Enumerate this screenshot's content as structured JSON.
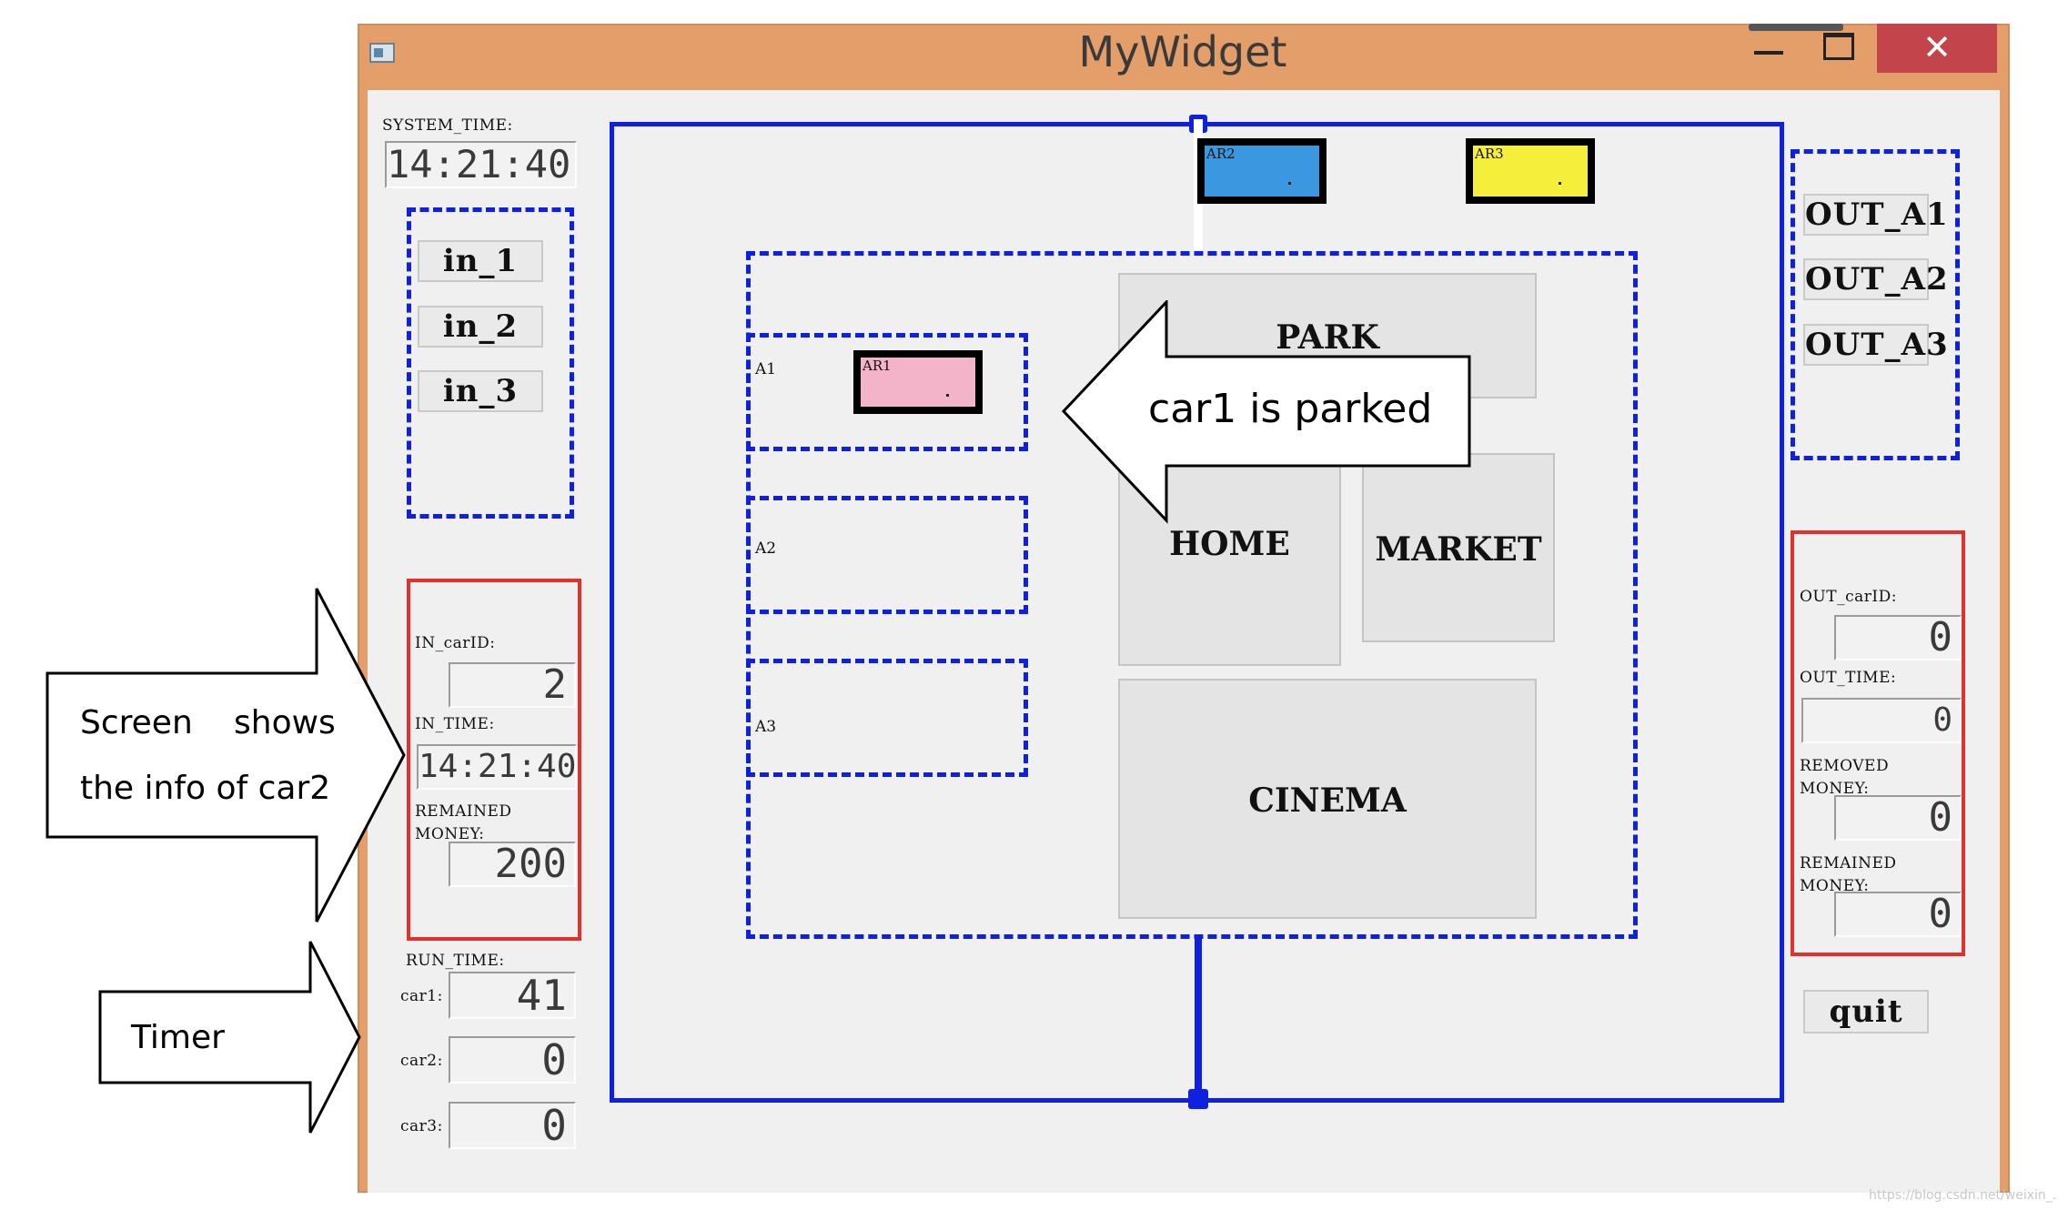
{
  "window": {
    "title": "MyWidget",
    "close_glyph": "✕"
  },
  "left_panel": {
    "system_time_label": "SYSTEM_TIME:",
    "system_time_value": "14:21:40",
    "entry_buttons": [
      "in_1",
      "in_2",
      "in_3"
    ],
    "in_car_id_label": "IN_carID:",
    "in_car_id_value": "2",
    "in_time_label": "IN_TIME:",
    "in_time_value": "14:21:40",
    "remained_money_label": "REMAINED\nMONEY:",
    "remained_money_value": "200",
    "run_time_label": "RUN_TIME:",
    "timers": [
      {
        "label": "car1:",
        "value": "41"
      },
      {
        "label": "car2:",
        "value": "0"
      },
      {
        "label": "car3:",
        "value": "0"
      }
    ]
  },
  "lot": {
    "zones": [
      "A1",
      "A2",
      "A3"
    ],
    "destinations": [
      "PARK",
      "HOME",
      "MARKET",
      "CINEMA"
    ],
    "cars": [
      {
        "id": "AR2",
        "color": "#3a97e0"
      },
      {
        "id": "AR3",
        "color": "#f5ef3b"
      },
      {
        "id": "AR1",
        "color": "#f3b3c8"
      }
    ]
  },
  "right_panel": {
    "exit_buttons": [
      "OUT_A1",
      "OUT_A2",
      "OUT_A3"
    ],
    "out_car_id_label": "OUT_carID:",
    "out_car_id_value": "0",
    "out_time_label": "OUT_TIME:",
    "out_time_value": "0",
    "removed_money_label": "REMOVED\nMONEY:",
    "removed_money_value": "0",
    "remained_money_label": "REMAINED\nMONEY:",
    "remained_money_value": "0",
    "quit_label": "quit"
  },
  "callouts": {
    "parked": "car1 is parked",
    "screen_line1_a": "Screen",
    "screen_line1_b": "shows",
    "screen_line2": "the info of car2",
    "timer": "Timer"
  },
  "watermark": "https://blog.csdn.net/weixin_..."
}
